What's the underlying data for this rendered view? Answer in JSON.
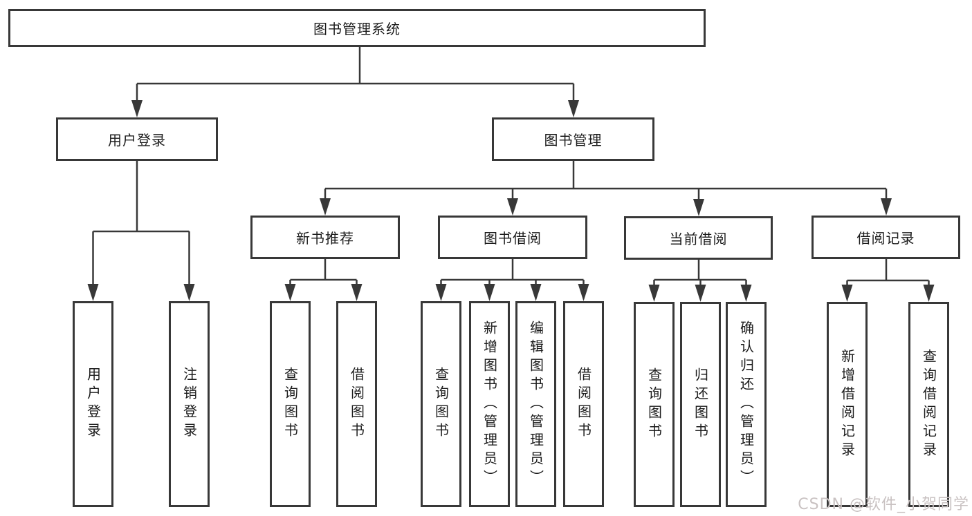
{
  "diagram": {
    "type": "hierarchy-tree",
    "colors": {
      "background": "#ffffff",
      "line": "#383838",
      "box_border": "#383838",
      "text": "#1c1c1c",
      "watermark": "#c9c2c2"
    },
    "watermark": {
      "text": "CSDN @软件_小贺同学"
    },
    "tree": {
      "root": {
        "label": "图书管理系统",
        "children": [
          {
            "label": "用户登录",
            "children": [
              {
                "label": "用户登录"
              },
              {
                "label": "注销登录"
              }
            ]
          },
          {
            "label": "图书管理",
            "children": [
              {
                "label": "新书推荐",
                "children": [
                  {
                    "label": "查询图书"
                  },
                  {
                    "label": "借阅图书"
                  }
                ]
              },
              {
                "label": "图书借阅",
                "children": [
                  {
                    "label": "查询图书"
                  },
                  {
                    "label": "新增图书（管理员）"
                  },
                  {
                    "label": "编辑图书（管理员）"
                  },
                  {
                    "label": "借阅图书"
                  }
                ]
              },
              {
                "label": "当前借阅",
                "children": [
                  {
                    "label": "查询图书"
                  },
                  {
                    "label": "归还图书"
                  },
                  {
                    "label": "确认归还（管理员）"
                  }
                ]
              },
              {
                "label": "借阅记录",
                "children": [
                  {
                    "label": "新增借阅记录"
                  },
                  {
                    "label": "查询借阅记录"
                  }
                ]
              }
            ]
          }
        ]
      }
    }
  }
}
